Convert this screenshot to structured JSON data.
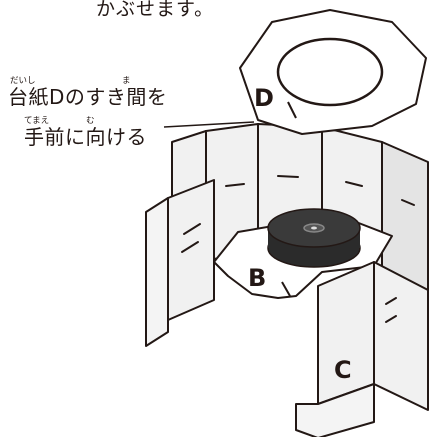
{
  "instruction_top": "かぶせます。",
  "note": {
    "line1": "台紙Dのすき間を",
    "line1_ruby": {
      "daishi": "だいし",
      "ma": "ま"
    },
    "line2": "手前に向ける",
    "line2_ruby": {
      "temae": "てまえ",
      "mu": "む"
    }
  },
  "part_labels": {
    "b": "B",
    "c": "C",
    "d": "D"
  },
  "colors": {
    "background": "#ffffff",
    "panel_fill": "#f1f1f1",
    "panel_shade": "#d9d9d9",
    "line": "#231815",
    "disc": "#2b2b2b"
  }
}
